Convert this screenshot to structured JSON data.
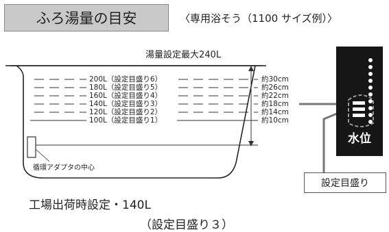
{
  "header": {
    "title": "ふろ湯量の目安",
    "subtitle": "〈専用浴そう（1100 サイズ例）〉"
  },
  "tub": {
    "max_label": "湯量設定最大240L",
    "levels": [
      {
        "label": "200L（設定目盛り6）",
        "depth": "約30cm"
      },
      {
        "label": "180L（設定目盛り5）",
        "depth": "約26cm"
      },
      {
        "label": "160L（設定目盛り4）",
        "depth": "約22cm"
      },
      {
        "label": "140L（設定目盛り3）",
        "depth": "約18cm"
      },
      {
        "label": "120L（設定目盛り2）",
        "depth": "約14cm"
      },
      {
        "label": "100L（設定目盛り1）",
        "depth": "約10cm"
      }
    ],
    "adapter_label": "循環アダプタの中心"
  },
  "factory": {
    "line1": "工場出荷時設定・140L",
    "line2": "（設定目盛り３）"
  },
  "panel": {
    "water_level_label": "水位",
    "scale_tag": "設定目盛り"
  }
}
